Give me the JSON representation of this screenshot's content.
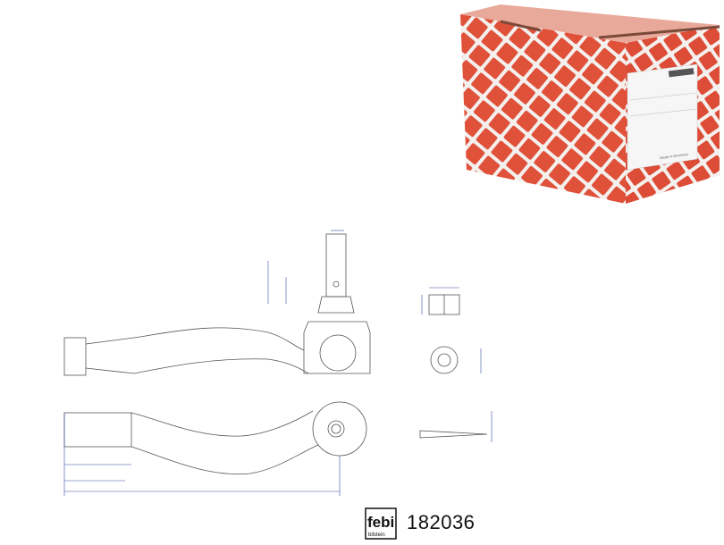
{
  "product": {
    "brand": "febi",
    "sub_brand": "bilstein",
    "part_number": "182036",
    "box_label_origin": "Made in Germany"
  },
  "colors": {
    "box_red": "#e0513a",
    "box_white": "#f3f0ee",
    "line": "#555555",
    "dimension": "#3a4fa0"
  }
}
